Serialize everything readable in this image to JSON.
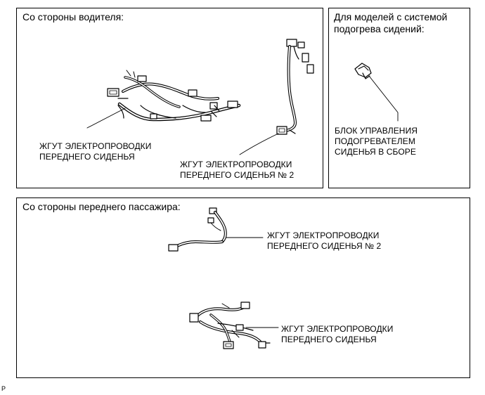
{
  "driver_panel": {
    "title": "Со стороны водителя:",
    "front_seat_harness_label": "ЖГУТ ЭЛЕКТРОПРОВОДКИ\nПЕРЕДНЕГО СИДЕНЬЯ",
    "front_seat_harness_2_label": "ЖГУТ ЭЛЕКТРОПРОВОДКИ\nПЕРЕДНЕГО СИДЕНЬЯ № 2"
  },
  "heater_panel": {
    "title": "Для моделей с системой\nподогрева сидений:",
    "heater_control_unit_label": "БЛОК УПРАВЛЕНИЯ\nПОДОГРЕВАТЕЛЕМ\nСИДЕНЬЯ В СБОРЕ"
  },
  "passenger_panel": {
    "title": "Со стороны переднего пассажира:",
    "front_seat_harness_2_label": "ЖГУТ ЭЛЕКТРОПРОВОДКИ\nПЕРЕДНЕГО СИДЕНЬЯ № 2",
    "front_seat_harness_label": "ЖГУТ ЭЛЕКТРОПРОВОДКИ\nПЕРЕДНЕГО СИДЕНЬЯ"
  },
  "footer": {
    "figure_code": "P"
  }
}
